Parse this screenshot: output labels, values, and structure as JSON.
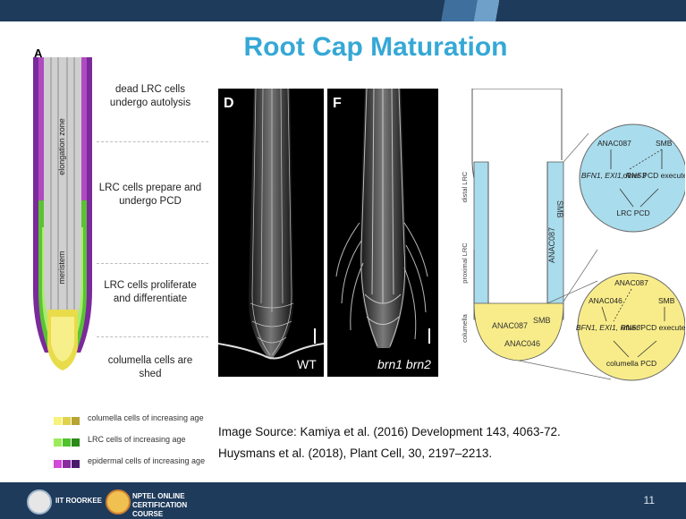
{
  "slide": {
    "title": "Root Cap Maturation",
    "page_number": "11"
  },
  "panel_a": {
    "letter": "A",
    "zones": [
      "elongation zone",
      "meristem"
    ],
    "annotations": [
      "dead LRC cells undergo autolysis",
      "LRC cells prepare and undergo PCD",
      "LRC cells proliferate and differentiate",
      "columella cells are shed"
    ],
    "legend": [
      {
        "label": "columella cells of increasing age",
        "colors": [
          "#f6f27a",
          "#e0d24a",
          "#b8a430"
        ]
      },
      {
        "label": "LRC cells of increasing age",
        "colors": [
          "#9cec5a",
          "#4fc22c",
          "#2a8a1a"
        ]
      },
      {
        "label": "epidermal cells of increasing age",
        "colors": [
          "#d24ad6",
          "#8a2aa0",
          "#4a1a6e"
        ]
      }
    ]
  },
  "panel_d": {
    "letter": "D",
    "genotype": "WT"
  },
  "panel_f": {
    "letter": "F",
    "genotype": "brn1 brn2"
  },
  "diagram": {
    "regions": [
      "distal LRC",
      "proximal LRC",
      "columella"
    ],
    "root_labels": [
      "SMB",
      "ANAC087",
      "ANAC087",
      "SMB",
      "ANAC046"
    ],
    "lrc_circle": {
      "nodes": [
        "ANAC087",
        "SMB",
        "BFN1, EXI1, RNS3",
        "other PCD executers",
        "LRC PCD"
      ]
    },
    "columella_circle": {
      "nodes": [
        "ANAC087",
        "ANAC046",
        "SMB",
        "BFN1, EXI1, RNS3",
        "other PCD executers",
        "columella PCD"
      ]
    }
  },
  "sources": [
    "Image Source: Kamiya et al. (2016) Development  143, 4063-72.",
    "Huysmans et al. (2018), Plant Cell, 30, 2197–2213."
  ],
  "footer": {
    "left_logo_text": "IIT ROORKEE",
    "course_text": "NPTEL ONLINE CERTIFICATION COURSE"
  }
}
